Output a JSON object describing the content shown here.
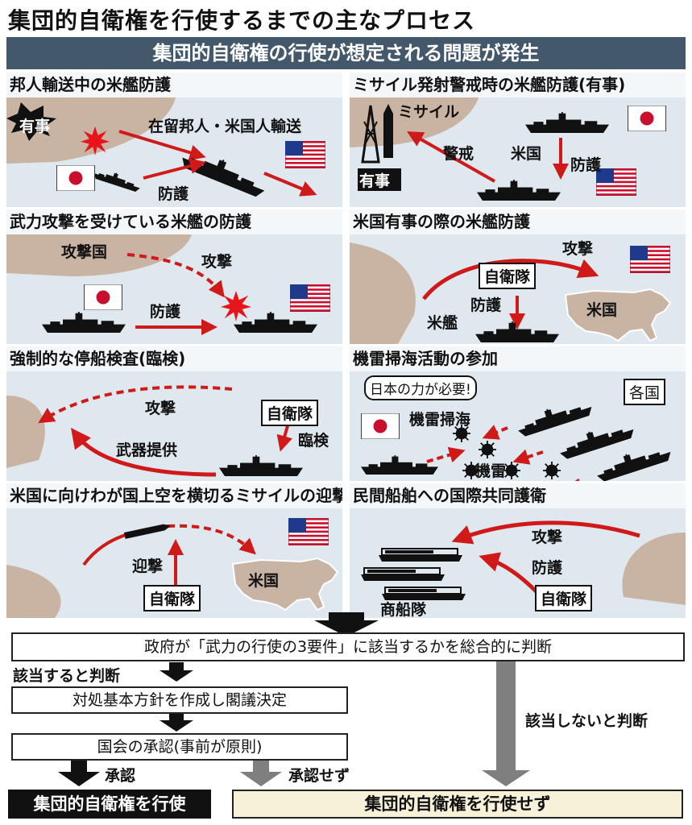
{
  "title": "集団的自衛権を行使するまでの主なプロセス",
  "banner": "集団的自衛権の行使が想定される問題が発生",
  "panels": [
    {
      "heading": "邦人輸送中の米艦防護",
      "labels": [
        "有事",
        "在留邦人・米国人輸送",
        "防護"
      ]
    },
    {
      "heading": "ミサイル発射警戒時の米艦防護(有事)",
      "labels": [
        "ミサイル",
        "警戒",
        "米国",
        "防護",
        "有事"
      ]
    },
    {
      "heading": "武力攻撃を受けている米艦の防護",
      "labels": [
        "攻撃国",
        "攻撃",
        "防護"
      ]
    },
    {
      "heading": "米国有事の際の米艦防護",
      "labels": [
        "攻撃",
        "自衛隊",
        "防護",
        "米国",
        "米艦"
      ]
    },
    {
      "heading": "強制的な停船検査(臨検)",
      "labels": [
        "攻撃",
        "自衛隊",
        "臨検",
        "武器提供"
      ]
    },
    {
      "heading": "機雷掃海活動の参加",
      "labels": [
        "日本の力が必要!",
        "各国",
        "機雷掃海",
        "機雷"
      ]
    },
    {
      "heading": "米国に向けわが国上空を横切るミサイルの迎撃",
      "labels": [
        "迎撃",
        "米国",
        "自衛隊"
      ]
    },
    {
      "heading": "民間船舶への国際共同護衛",
      "labels": [
        "攻撃",
        "防護",
        "商船隊",
        "自衛隊"
      ]
    }
  ],
  "flow": {
    "judgement": "政府が「武力の行使の3要件」に該当するかを総合的に判断",
    "applicable": "該当すると判断",
    "step1": "対処基本方針を作成し閣議決定",
    "step2": "国会の承認(事前が原則)",
    "approved": "承認",
    "not_approved": "承認せず",
    "not_applicable": "該当しないと判断",
    "exercise": "集団的自衛権を行使",
    "no_exercise": "集団的自衛権を行使せず"
  },
  "colors": {
    "banner": "#44586b",
    "panel_bg": "#dfe8ee",
    "land": "#c9b3a3",
    "arrow": "#d01a1a",
    "no_exercise_bg": "#f6f1d8"
  },
  "icons": [
    "us-flag-icon",
    "japan-flag-icon",
    "warship-icon",
    "explosion-icon",
    "missile-icon",
    "naval-mine-icon",
    "us-map-icon",
    "missile-launcher-icon"
  ]
}
